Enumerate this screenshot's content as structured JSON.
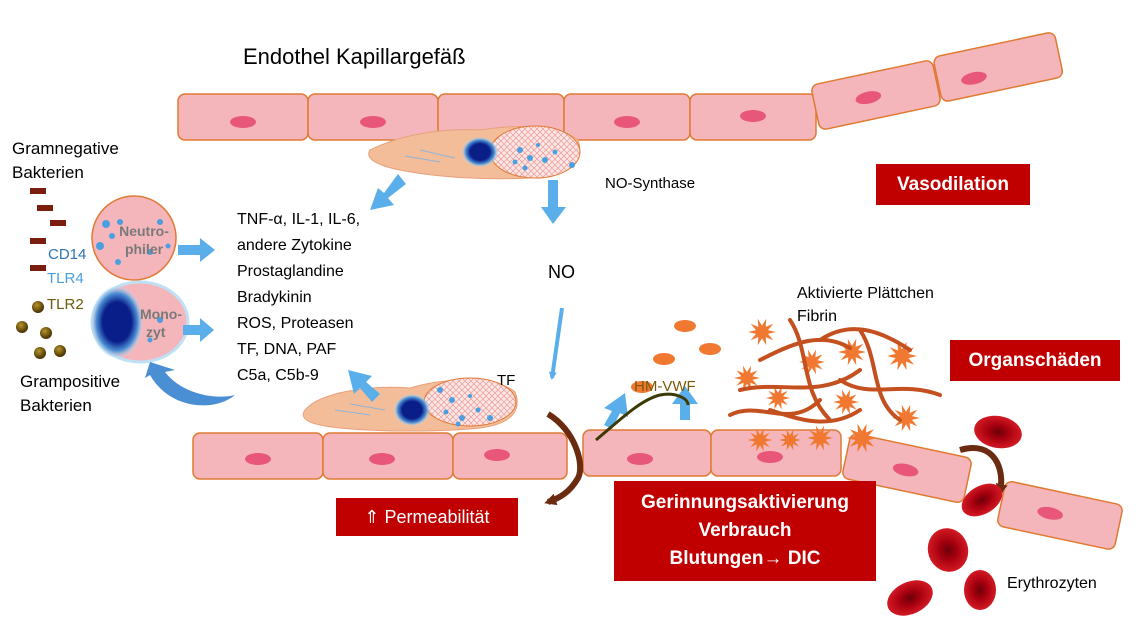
{
  "title": "Endothel Kapillargefäß",
  "bacteria": {
    "gramneg": [
      "Gramnegative",
      "Bakterien"
    ],
    "grampos": [
      "Grampositive",
      "Bakterien"
    ],
    "receptors": {
      "cd14": "CD14",
      "tlr4": "TLR4",
      "tlr2": "TLR2"
    }
  },
  "cells": {
    "neutrophil": [
      "Neutro-",
      "philer"
    ],
    "monocyte": [
      "Mono-",
      "zyt"
    ]
  },
  "mediators": [
    "TNF-α, IL-1, IL-6,",
    "andere Zytokine",
    "Prostaglandine",
    "Bradykinin",
    "ROS, Proteasen",
    "TF, DNA, PAF",
    "C5a, C5b-9"
  ],
  "labels": {
    "no_synthase": "NO-Synthase",
    "no": "NO",
    "tf": "TF",
    "hm_vwf": "HM-VWF",
    "platelets": "Aktivierte Plättchen",
    "fibrin": "Fibrin",
    "erythrocytes": "Erythrozyten"
  },
  "boxes": {
    "vasodilation": "Vasodilation",
    "organ_damage": "Organschäden",
    "permeability": "⇑ Permeabilität",
    "coagulation": [
      "Gerinnungsaktivierung",
      "Verbrauch",
      "Blutungen→ DIC"
    ]
  },
  "colors": {
    "cell_fill": "#f4b6bb",
    "cell_stroke": "#e07a33",
    "nucleus_small": "#e8577a",
    "arrow": "#5aafea",
    "red": "#c00000",
    "platelet": "#f07830",
    "fibrin": "#c4501f",
    "brown": "#6b2b10",
    "nucleus": "#0a1e8a",
    "rbc": "#b30012",
    "receptor_blue": "#2e74b5",
    "receptor_olive": "#6b5a0c",
    "vwf_text": "#7a5a0a"
  }
}
